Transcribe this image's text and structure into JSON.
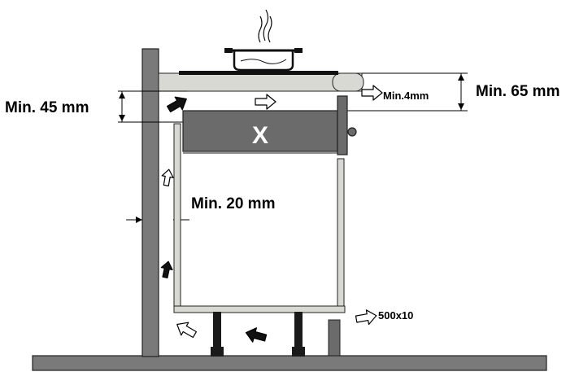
{
  "labels": {
    "marker": "X",
    "min45": "Min. 45 mm",
    "min65": "Min. 65 mm",
    "min4": "Min.4mm",
    "min20": "Min. 20 mm",
    "vent": "500x10"
  },
  "colors": {
    "wall": "#7a7a7a",
    "panel": "#6b6b6b",
    "light_panel": "#d9d9d4",
    "hob": "#111111",
    "feet": "#1a1a1a",
    "outline": "#1a1a1a"
  }
}
